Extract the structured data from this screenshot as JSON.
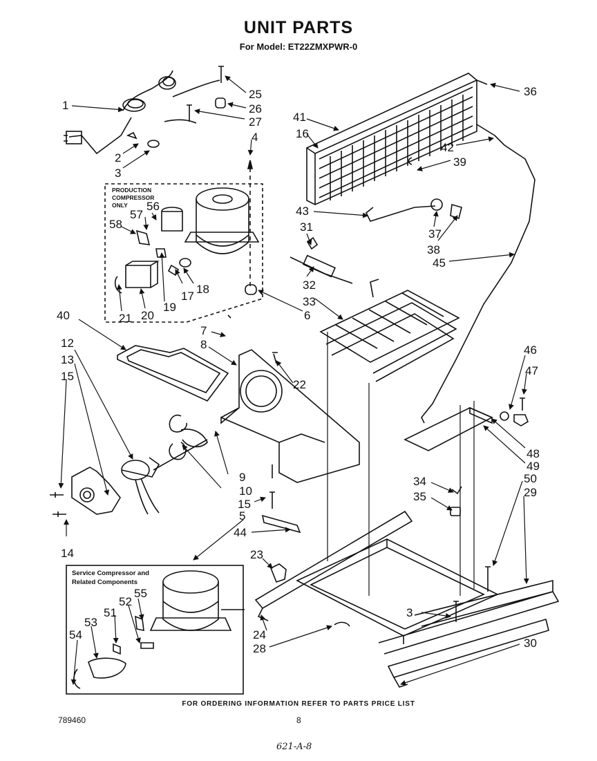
{
  "header": {
    "title": "UNIT PARTS",
    "subtitle": "For Model: ET22ZMXPWR-0"
  },
  "boxes": {
    "production": [
      "PRODUCTION",
      "COMPRESSOR",
      "ONLY"
    ],
    "service": [
      "Service Compressor and",
      "Related Components"
    ]
  },
  "callouts": [
    "1",
    "2",
    "3",
    "25",
    "26",
    "27",
    "4",
    "36",
    "41",
    "16",
    "42",
    "39",
    "43",
    "37",
    "38",
    "45",
    "31",
    "32",
    "33",
    "6",
    "56",
    "57",
    "58",
    "19",
    "17",
    "18",
    "21",
    "20",
    "40",
    "7",
    "8",
    "22",
    "12",
    "13",
    "15",
    "9",
    "10",
    "15",
    "14",
    "5",
    "44",
    "46",
    "47",
    "48",
    "49",
    "34",
    "35",
    "50",
    "29",
    "23",
    "3",
    "24",
    "28",
    "30",
    "55",
    "52",
    "51",
    "53",
    "54"
  ],
  "footer": {
    "ordering_note": "FOR ORDERING INFORMATION REFER TO PARTS PRICE LIST",
    "doc_number": "789460",
    "page_number": "8",
    "handwritten": "621-A-8"
  }
}
